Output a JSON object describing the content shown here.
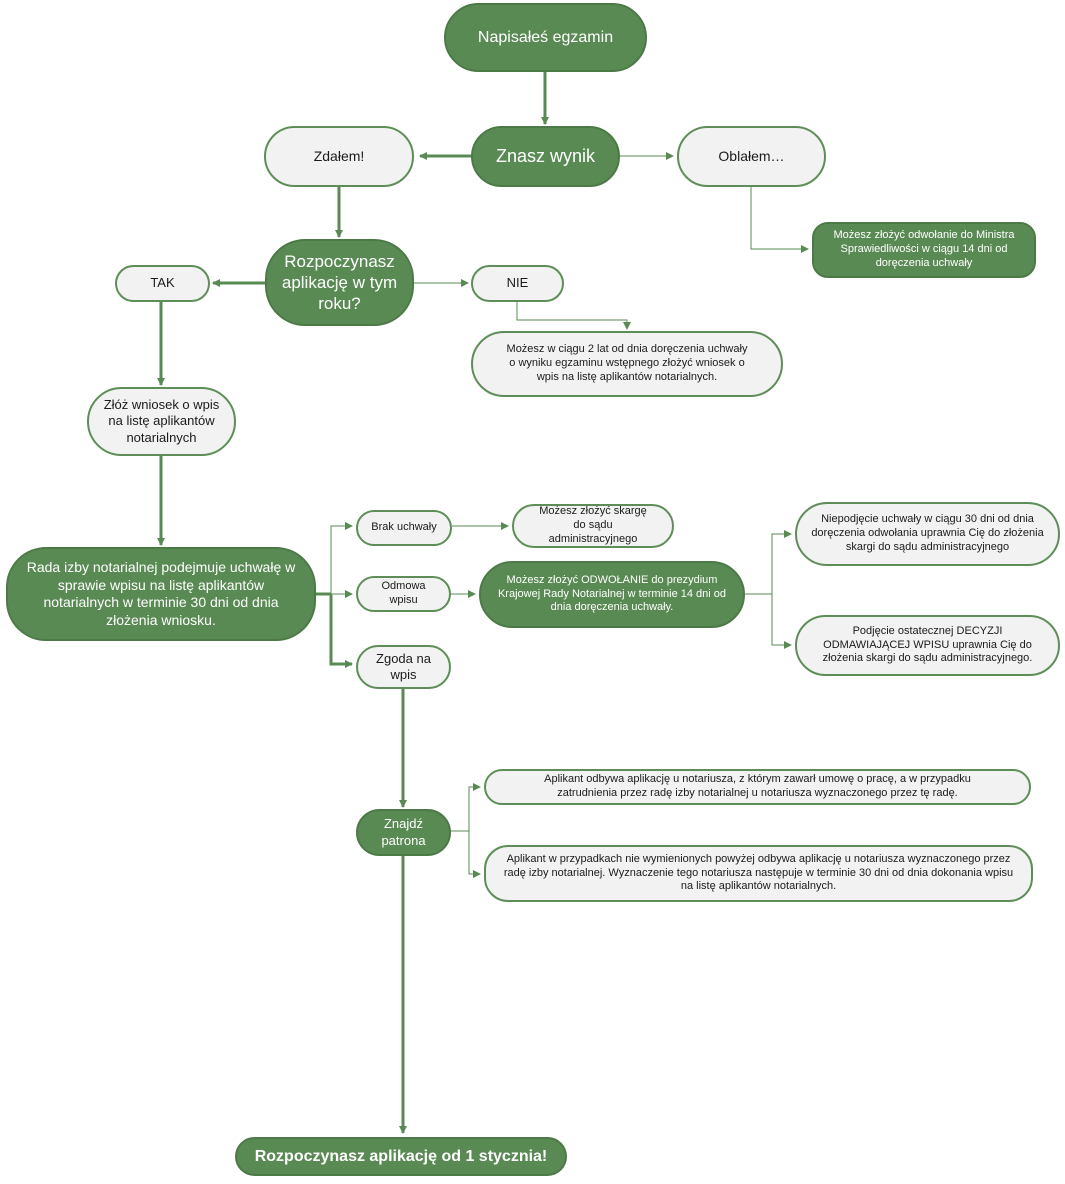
{
  "colors": {
    "accent_green": "#5a8a54",
    "light_fill": "#f2f2f2",
    "line": "#5a8a54"
  },
  "nodes": {
    "napisales": "Napisałeś egzamin",
    "znasz": "Znasz wynik",
    "zdalem": "Zdałem!",
    "oblalem": "Oblałem…",
    "odwolanie_ministra": "Możesz złożyć odwołanie do Ministra Sprawiedliwości w ciągu 14 dni od doręczenia uchwały",
    "rozpoczynasz_pytanie": "Rozpoczynasz aplikację w tym roku?",
    "tak": "TAK",
    "nie": "NIE",
    "mozesz_2_lata": "Możesz w ciągu 2 lat od dnia doręczenia uchwały o wyniku egzaminu wstępnego złożyć wniosek o wpis na listę aplikantów notarialnych.",
    "zloz_wniosek": "Złóż wniosek o wpis na listę aplikantów notarialnych",
    "rada_izby": "Rada izby notarialnej podejmuje uchwałę w sprawie wpisu na listę aplikantów notarialnych w terminie 30 dni od dnia złożenia wniosku.",
    "brak_uchwaly": "Brak uchwały",
    "skarga_sadu": "Możesz złożyć skargę do sądu administracyjnego",
    "odmowa_wpisu": "Odmowa wpisu",
    "odwolanie_prezydium": "Możesz złożyć ODWOŁANIE do prezydium Krajowej Rady Notarialnej w terminie 14 dni od dnia doręczenia uchwały.",
    "niepodjecie": "Niepodjęcie uchwały w ciągu 30 dni od dnia doręczenia odwołania uprawnia Cię do złożenia skargi do sądu administracyjnego",
    "podjecie_decyzji": "Podjęcie ostatecznej DECYZJI ODMAWIAJĄCEJ WPISU uprawnia Cię do złożenia skargi do sądu administracyjnego.",
    "zgoda": "Zgoda na wpis",
    "znajdz_patrona": "Znajdź patrona",
    "aplikant_umowa": "Aplikant odbywa aplikację u notariusza, z którym zawarł umowę o pracę, a w przypadku zatrudnienia przez radę izby notarialnej u notariusza wyznaczonego przez tę radę.",
    "aplikant_inne": "Aplikant w przypadkach nie wymienionych powyżej odbywa aplikację u notariusza wyznaczonego przez radę izby notarialnej. Wyznaczenie tego notariusza następuje w terminie 30 dni od dnia dokonania wpisu na listę aplikantów notarialnych.",
    "rozpoczynasz_final": "Rozpoczynasz aplikację od 1 stycznia!"
  }
}
